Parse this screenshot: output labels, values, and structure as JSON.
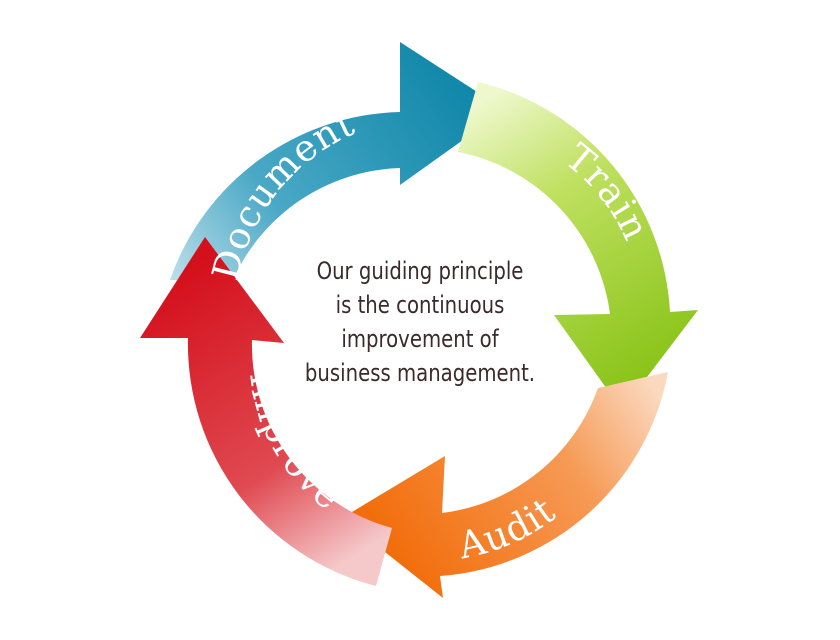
{
  "diagram": {
    "type": "cycle",
    "steps": [
      {
        "label": "Document",
        "color": "#0e86a8",
        "fade": "#7cc4d8"
      },
      {
        "label": "Train",
        "color": "#8cc21a",
        "fade": "#d8ee9a"
      },
      {
        "label": "Audit",
        "color": "#f26a06",
        "fade": "#f8b88a"
      },
      {
        "label": "Improve",
        "color": "#d4101c",
        "fade": "#f0a0a4"
      }
    ],
    "center_lines": [
      "Our guiding principle",
      "is the continuous",
      "improvement of",
      "business management."
    ]
  }
}
